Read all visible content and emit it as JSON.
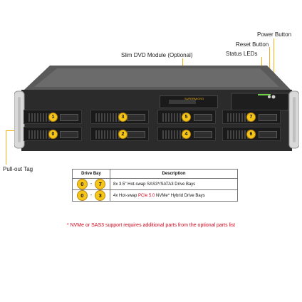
{
  "callouts": {
    "power_button": "Power Button",
    "reset_button": "Reset Button",
    "status_leds": "Status LEDs",
    "dvd": "Slim DVD Module (Optional)",
    "pullout": "Pull-out Tag"
  },
  "brand_label": "SUPERMICRO",
  "bays": [
    {
      "num": "1"
    },
    {
      "num": "3"
    },
    {
      "num": "5"
    },
    {
      "num": "7"
    },
    {
      "num": "0"
    },
    {
      "num": "2"
    },
    {
      "num": "4"
    },
    {
      "num": "6"
    }
  ],
  "table": {
    "headers": [
      "Drive Bay",
      "Description"
    ],
    "rows": [
      {
        "from": "0",
        "sep": "-",
        "to": "7",
        "desc_a": "8x 3.5\" Hot-swap SAS3*/SATA3 Drive Bays",
        "desc_b": "",
        "desc_red": "",
        "desc_c": ""
      },
      {
        "from": "0",
        "sep": "-",
        "to": "3",
        "desc_a": "4x Hot-swap ",
        "desc_red": "PCIe 5.0",
        "desc_c": " NVMe* Hybrid Drive Bays"
      }
    ]
  },
  "note": "* NVMe or SAS3 support requires additional parts from the optional parts list",
  "colors": {
    "accent": "#f2b21a",
    "note": "#d0021b",
    "chassis": "#2b2b2b"
  }
}
